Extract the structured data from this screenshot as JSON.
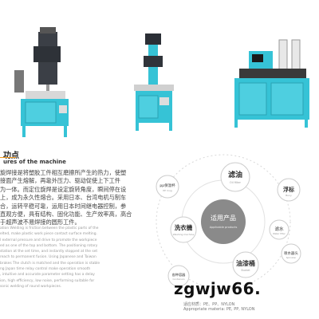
{
  "section": {
    "title": "功点",
    "subtitle": "ures of the machine"
  },
  "description_cn": [
    "旋焊接是将塑胶工件相互磨擦所产生的热力，使塑",
    "接面产生熔解，再靠外压力、驱动促使上下工件",
    "为一体。而定位旋焊是设定旋转角度，瞬间停在设",
    "上，成为永久性熔合。采用日本、台湾电机与制车",
    "合，运转平稳可靠，运用日本时间继电器控制，参",
    "直观方便，具有结构、固化功能、生产效率高，高合",
    "于超声波不易焊接的圆形工件。"
  ],
  "description_en": [
    "ation Welding is friction between the plastic parts of the",
    "elted, make plastic work piece contact surface melting.",
    "l external pressure and drive to promote the workpiece",
    "ed as one of the top and bottom. The positioning rotary",
    "station at the set time, and instantly stopped at the set",
    "reach to permanent fusion. Using Japanese and Taiwan",
    "brakes The clutch is matched and the operation is stable",
    "ng Japan time relay control make operation smooth",
    ", intuitive and accurate parameter setting has a delay",
    "ion, high efficiency, low noise, performing suitable for",
    "sonic welding of round workpieces."
  ],
  "diagram": {
    "center_cn": "适用产品",
    "center_en": "Applicable products",
    "nodes": [
      {
        "cn": "滤油",
        "en": "Oil filter"
      },
      {
        "cn": "浮标",
        "en": "Buoy"
      },
      {
        "cn": "滤水",
        "en": "Water filter"
      },
      {
        "cn": "喷水器头",
        "en": "Sprinkler"
      },
      {
        "cn": "油漆桶",
        "en": "Bucket"
      },
      {
        "cn": "洗衣機",
        "en": "Washing machine"
      },
      {
        "cn": "pp保温杯",
        "en": "PP mug"
      },
      {
        "cn": "各种容器",
        "en": "Containers"
      }
    ]
  },
  "footer": {
    "watermark": "zgwjw66.",
    "materials_cn": "适应材质：PE、PP、NYLON",
    "materials_en": "Appropriate materia: PE, PP, NYLON"
  }
}
